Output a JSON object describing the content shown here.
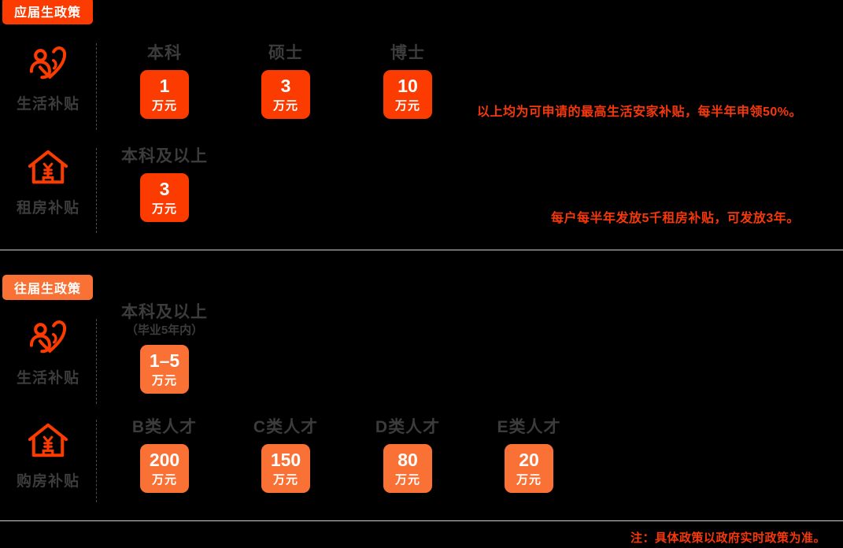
{
  "background": "#000000",
  "colors": {
    "fresh_accent": "#FB3B00",
    "past_accent": "#F97134",
    "note_red": "#F6380B",
    "label_gray": "#3C3C3C",
    "divider": "#CFCFCF",
    "dashed_divider": "#4A4A4A"
  },
  "sections": [
    {
      "tag": "应届生政策",
      "rows": [
        {
          "icon": "person-heart-icon",
          "label": "生活补贴",
          "cells": [
            {
              "header": "本科",
              "sub": "",
              "value": "1",
              "unit": "万元"
            },
            {
              "header": "硕士",
              "sub": "",
              "value": "3",
              "unit": "万元"
            },
            {
              "header": "博士",
              "sub": "",
              "value": "10",
              "unit": "万元"
            }
          ],
          "note": "以上均为可申请的最高生活安家补贴，每半年申领50%。"
        },
        {
          "icon": "house-yuan-icon",
          "label": "租房补贴",
          "cells": [
            {
              "header": "本科及以上",
              "sub": "",
              "value": "3",
              "unit": "万元"
            }
          ],
          "note": "每户每半年发放5千租房补贴，可发放3年。"
        }
      ]
    },
    {
      "tag": "往届生政策",
      "rows": [
        {
          "icon": "person-heart-icon",
          "label": "生活补贴",
          "cells": [
            {
              "header": "本科及以上",
              "sub": "（毕业5年内）",
              "value": "1–5",
              "unit": "万元"
            }
          ],
          "note": ""
        },
        {
          "icon": "house-yuan-icon",
          "label": "购房补贴",
          "cells": [
            {
              "header": "B类人才",
              "sub": "",
              "value": "200",
              "unit": "万元"
            },
            {
              "header": "C类人才",
              "sub": "",
              "value": "150",
              "unit": "万元"
            },
            {
              "header": "D类人才",
              "sub": "",
              "value": "80",
              "unit": "万元"
            },
            {
              "header": "E类人才",
              "sub": "",
              "value": "20",
              "unit": "万元"
            }
          ],
          "note": ""
        }
      ]
    }
  ],
  "footnote": "注：具体政策以政府实时政策为准。"
}
